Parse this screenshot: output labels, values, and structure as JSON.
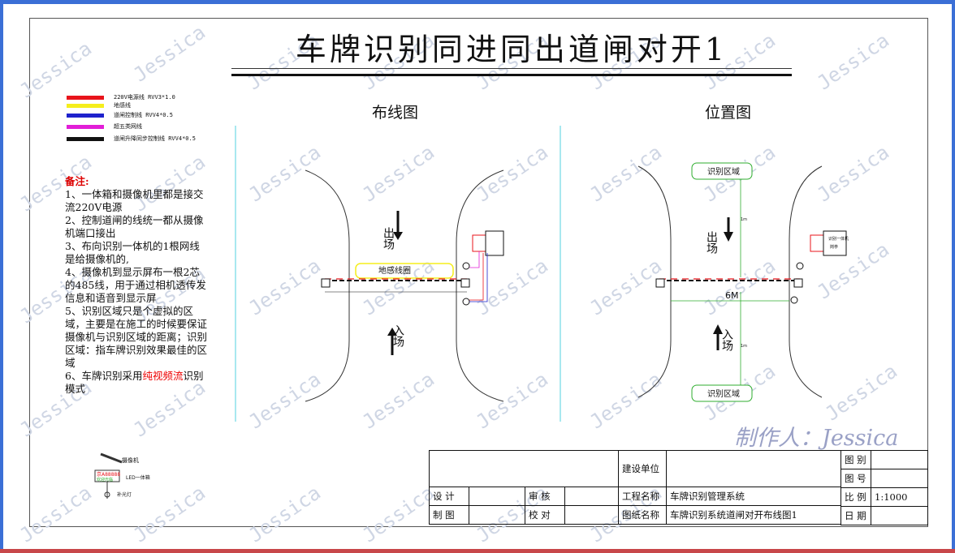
{
  "title": "车牌识别同进同出道闸对开1",
  "wiring_title": "布线图",
  "position_title": "位置图",
  "legend": [
    {
      "label": "220V电源线 RVV3*1.0",
      "color": "#e8141b"
    },
    {
      "label": "地感线",
      "color": "#f5ee1c"
    },
    {
      "label": "道闸控制线 RVV4*0.5",
      "color": "#1e22cc"
    },
    {
      "label": "超五类网线",
      "color": "#e21ed7"
    },
    {
      "label": "道闸升降同步控制线 RVV4*0.5",
      "color": "#111111"
    }
  ],
  "notes": {
    "heading": "备注:",
    "items": [
      "1、一体箱和摄像机里都是接交流220V电源",
      "2、控制道闸的线统一都从摄像机端口接出",
      "3、布向识别一体机的1根网线是给摄像机的,",
      "4、摄像机到显示屏布一根2芯的485线，用于通过相机透传发信息和语音到显示屏",
      "5、识别区域只是个虚拟的区域，主要是在施工的时候要保证摄像机与识别区域的距离；识别区域：指车牌识别效果最佳的区域"
    ],
    "item6_before": "6、车牌识别采用",
    "item6_highlight": "纯视频流",
    "item6_after": "识别模式"
  },
  "diagram": {
    "exit": "出场",
    "entry": "入场",
    "loop": "地感线圈",
    "zone": "识别区域",
    "distance": "6M",
    "cabinet_lines": [
      "识别一体机",
      "岗亭"
    ],
    "small_labels": [
      "1m"
    ],
    "device_labels": [
      "摄像机",
      "LED一体箱",
      "补光灯"
    ],
    "display_plate": "京A88888",
    "display_sub": "欢迎光临"
  },
  "watermark": "Jessica",
  "producer": "制作人：Jessica",
  "title_block": {
    "build_unit_label": "建设单位",
    "design_label": "设 计",
    "review_label": "审 核",
    "draw_label": "制 图",
    "proof_label": "校 对",
    "project_label": "工程名称",
    "project_value": "车牌识别管理系统",
    "drawing_label": "图纸名称",
    "drawing_value": "车牌识别系统道闸对开布线图1",
    "category_label": "图 别",
    "number_label": "图 号",
    "scale_label": "比 例",
    "scale_value": "1:1000",
    "date_label": "日 期"
  },
  "colors": {
    "power": "#e8141b",
    "loop": "#f5ee1c",
    "control": "#1e22cc",
    "network": "#e21ed7",
    "sync": "#111111",
    "zone": "#2fae2f",
    "cyan": "#25c6d8"
  }
}
